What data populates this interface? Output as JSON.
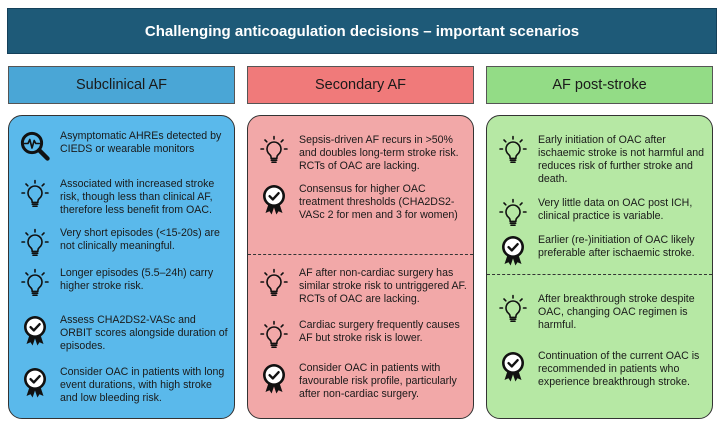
{
  "banner": {
    "title": "Challenging anticoagulation decisions – important scenarios"
  },
  "columns": [
    {
      "header": "Subclinical AF",
      "items": [
        {
          "icon": "magnifier-pulse-icon",
          "text": "Asymptomatic AHREs detected by CIEDS or wearable monitors"
        },
        {
          "icon": "lightbulb-icon",
          "text": "Associated with increased stroke risk, though less than clinical AF, therefore less benefit from OAC."
        },
        {
          "icon": "lightbulb-icon",
          "text": "Very short episodes (<15-20s) are not clinically meaningful."
        },
        {
          "icon": "lightbulb-icon",
          "text": "Longer episodes (5.5–24h) carry higher stroke risk."
        },
        {
          "icon": "check-badge-icon",
          "text": "Assess CHA2DS2-VASc and ORBIT scores alongside duration of episodes."
        },
        {
          "icon": "check-badge-icon",
          "text": "Consider OAC in patients with long event durations, with high stroke and low bleeding risk."
        }
      ]
    },
    {
      "header": "Secondary AF",
      "items": [
        {
          "icon": "lightbulb-icon",
          "text": "Sepsis-driven AF recurs in >50% and doubles long-term stroke risk. RCTs of OAC are lacking."
        },
        {
          "icon": "check-badge-icon",
          "text": "Consensus for higher OAC treatment thresholds (CHA2DS2-VASc 2 for men and 3 for women)"
        },
        {
          "icon": "lightbulb-icon",
          "text": "AF after non-cardiac surgery has similar stroke risk to untriggered AF. RCTs of OAC are lacking."
        },
        {
          "icon": "lightbulb-icon",
          "text": "Cardiac surgery frequently causes AF but stroke risk is lower."
        },
        {
          "icon": "check-badge-icon",
          "text": "Consider OAC in patients with favourable risk profile, particularly after non-cardiac surgery."
        }
      ]
    },
    {
      "header": "AF post-stroke",
      "items": [
        {
          "icon": "lightbulb-icon",
          "text": "Early initiation of OAC after ischaemic stroke is not harmful and reduces risk of further stroke and death."
        },
        {
          "icon": "lightbulb-icon",
          "text": "Very little data on OAC post ICH, clinical practice is variable."
        },
        {
          "icon": "check-badge-icon",
          "text": "Earlier (re-)initiation of OAC likely preferable after ischaemic stroke."
        },
        {
          "icon": "lightbulb-icon",
          "text": "After breakthrough stroke despite OAC, changing OAC regimen is harmful."
        },
        {
          "icon": "check-badge-icon",
          "text": "Continuation of the current OAC is recommended in patients who experience breakthrough stroke."
        }
      ]
    }
  ],
  "colors": {
    "banner": "#1e5a78",
    "subclinical_header": "#4aa6d6",
    "subclinical_box": "#5ab9eb",
    "secondary_header": "#f07a7a",
    "secondary_box": "#f2a8a8",
    "poststroke_header": "#93dc86",
    "poststroke_box": "#b6e8a4"
  }
}
